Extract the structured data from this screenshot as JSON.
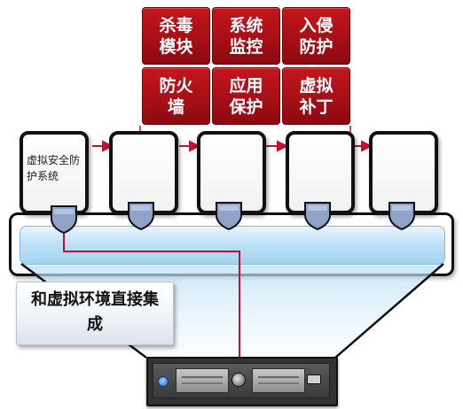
{
  "modules": [
    {
      "id": "antivirus",
      "label": "杀毒模块"
    },
    {
      "id": "system-monitor",
      "label": "系统监控"
    },
    {
      "id": "intrusion-protection",
      "label": "入侵防护"
    },
    {
      "id": "firewall",
      "label": "防火墙"
    },
    {
      "id": "app-protection",
      "label": "应用保护"
    },
    {
      "id": "virtual-patch",
      "label": "虚拟补丁"
    }
  ],
  "vm_label": "虚拟安全防护系统",
  "callout_text": "和虚拟环境直接集成",
  "colors": {
    "module_red": "#b3121a",
    "connector_red": "#c8102e",
    "platform_blue": "#a3d3f1",
    "shield_blue": "#8fa2c8"
  }
}
